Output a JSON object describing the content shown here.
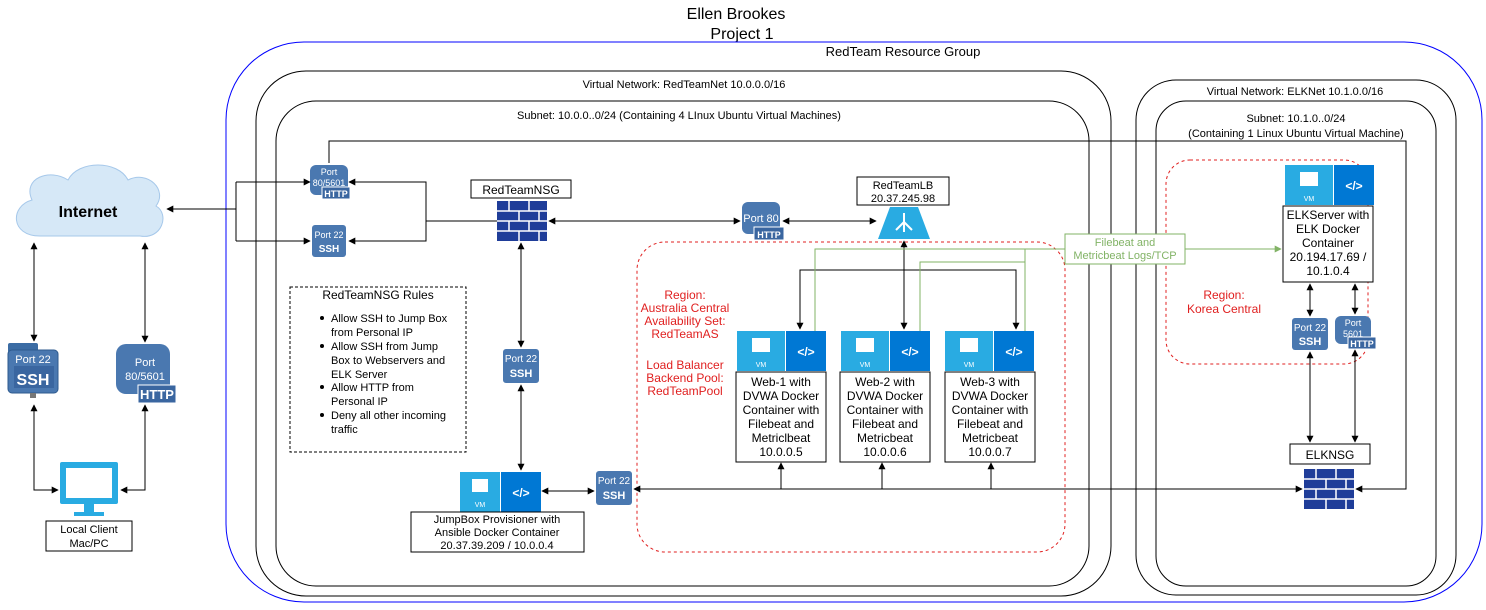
{
  "title_line1": "Ellen Brookes",
  "title_line2": "Project 1",
  "resource_group": "RedTeam Resource Group",
  "vnet_red": "Virtual Network: RedTeamNet 10.0.0.0/16",
  "subnet_red": "Subnet: 10.0.0..0/24 (Containing 4 LInux Ubuntu Virtual Machines)",
  "vnet_elk": "Virtual Network: ELKNet 10.1.0.0/16",
  "subnet_elk_line1": "Subnet: 10.1.0..0/24",
  "subnet_elk_line2": "(Containing 1 Linux Ubuntu Virtual Machine)",
  "internet": "Internet",
  "local_client_line1": "Local Client",
  "local_client_line2": "Mac/PC",
  "port22": "Port 22",
  "port80_5601_line1": "Port",
  "port80_5601_line2": "80/5601",
  "port80_5601_small": "80/5601",
  "port80": "Port 80",
  "port5601_line1": "Port",
  "port5601_line2": "5601",
  "ssh": "SSH",
  "http": "HTTP",
  "nsg_red": "RedTeamNSG",
  "lb_line1": "RedTeamLB",
  "lb_line2": "20.37.245.98",
  "rules_title": "RedTeamNSG Rules",
  "rules": [
    [
      "Allow SSH to Jump Box",
      "from Personal IP"
    ],
    [
      "Allow SSH from Jump",
      "Box to Webservers and",
      "ELK Server"
    ],
    [
      "Allow HTTP from",
      "Personal IP"
    ],
    [
      "Deny all other incoming",
      "traffic"
    ]
  ],
  "region_red": [
    "Region:",
    "Australia Central",
    "Availability Set:",
    "RedTeamAS",
    "",
    "Load Balancer",
    "Backend Pool:",
    "RedTeamPool"
  ],
  "web1": [
    "Web-1 with",
    "DVWA Docker",
    "Container with",
    "Filebeat and",
    "Metriclbeat",
    "10.0.0.5"
  ],
  "web2": [
    "Web-2 with",
    "DVWA Docker",
    "Container with",
    "Filebeat and",
    "Metricbeat",
    "10.0.0.6"
  ],
  "web3": [
    "Web-3 with",
    "DVWA Docker",
    "Container with",
    "Filebeat and",
    "Metricbeat",
    "10.0.0.7"
  ],
  "jumpbox": [
    "JumpBox Provisioner with",
    "Ansible Docker Container",
    "20.37.39.209 / 10.0.0.4"
  ],
  "elkserver": [
    "ELKServer with",
    "ELK Docker",
    "Container",
    "20.194.17.69 /",
    "10.1.0.4"
  ],
  "region_elk": [
    "Region:",
    "Korea Central"
  ],
  "filebeat_label": [
    "Filebeat and",
    "Metricbeat Logs/TCP"
  ],
  "nsg_elk": "ELKNSG",
  "vm_tag": "VM",
  "code_tag": "</>",
  "colors": {
    "azure_blue": "#0078D4",
    "light_blue": "#29ABE2",
    "nsg_blue": "#1F3D99",
    "region_red": "#E02020",
    "filebeat_green": "#82B366",
    "rg_border": "#0000FF"
  }
}
